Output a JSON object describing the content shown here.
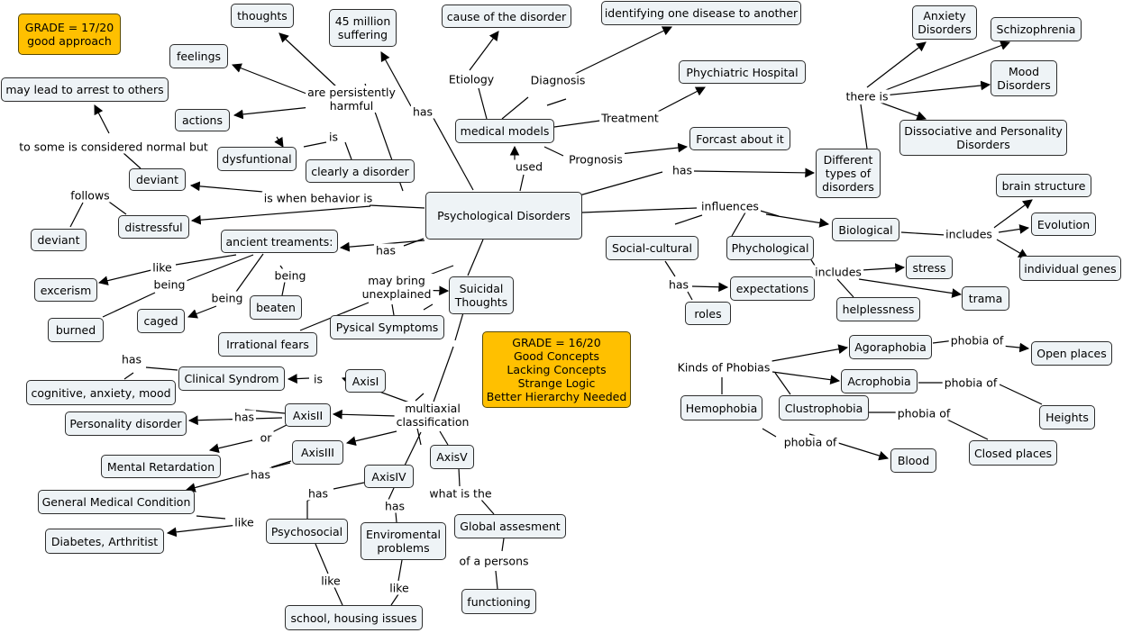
{
  "concepts": [
    {
      "id": "grade1",
      "text": "GRADE = 17/20\ngood approach",
      "style": "grade"
    },
    {
      "id": "thoughts",
      "text": "thoughts"
    },
    {
      "id": "million",
      "text": "45 million\nsuffering"
    },
    {
      "id": "cause",
      "text": "cause of the disorder"
    },
    {
      "id": "identify",
      "text": "identifying one disease to another"
    },
    {
      "id": "anxiety",
      "text": "Anxiety\nDisorders"
    },
    {
      "id": "schizo",
      "text": "Schizophrenia"
    },
    {
      "id": "feelings",
      "text": "feelings"
    },
    {
      "id": "hospital",
      "text": "Phychiatric Hospital"
    },
    {
      "id": "mood",
      "text": "Mood\nDisorders"
    },
    {
      "id": "arrest",
      "text": "may lead to arrest to others"
    },
    {
      "id": "actions",
      "text": "actions"
    },
    {
      "id": "medical",
      "text": "medical models"
    },
    {
      "id": "dissociative",
      "text": "Dissociative and Personality\nDisorders"
    },
    {
      "id": "forcast",
      "text": "Forcast about it"
    },
    {
      "id": "dysfuntional",
      "text": "dysfuntional"
    },
    {
      "id": "clearly",
      "text": "clearly a disorder"
    },
    {
      "id": "types",
      "text": "Different\ntypes of\ndisorders"
    },
    {
      "id": "deviant1",
      "text": "deviant"
    },
    {
      "id": "brain",
      "text": "brain structure"
    },
    {
      "id": "psych",
      "text": "Psychological Disorders"
    },
    {
      "id": "evolution",
      "text": "Evolution"
    },
    {
      "id": "distressful",
      "text": "distressful"
    },
    {
      "id": "biological",
      "text": "Biological"
    },
    {
      "id": "deviant2",
      "text": "deviant"
    },
    {
      "id": "ancient",
      "text": "ancient treaments:"
    },
    {
      "id": "social",
      "text": "Social-cultural"
    },
    {
      "id": "phychological",
      "text": "Phychological"
    },
    {
      "id": "genes",
      "text": "individual genes"
    },
    {
      "id": "stress",
      "text": "stress"
    },
    {
      "id": "excerism",
      "text": "excerism"
    },
    {
      "id": "expectations",
      "text": "expectations"
    },
    {
      "id": "suicidal",
      "text": "Suicidal\nThoughts"
    },
    {
      "id": "trama",
      "text": "trama"
    },
    {
      "id": "beaten",
      "text": "beaten"
    },
    {
      "id": "roles",
      "text": "roles"
    },
    {
      "id": "helplessness",
      "text": "helplessness"
    },
    {
      "id": "caged",
      "text": "caged"
    },
    {
      "id": "burned",
      "text": "burned"
    },
    {
      "id": "pysical",
      "text": "Pysical Symptoms"
    },
    {
      "id": "irrational",
      "text": "Irrational fears"
    },
    {
      "id": "grade2",
      "text": "GRADE = 16/20\nGood Concepts\nLacking Concepts\nStrange Logic\nBetter Hierarchy Needed",
      "style": "grade"
    },
    {
      "id": "agoraphobia",
      "text": "Agoraphobia"
    },
    {
      "id": "open",
      "text": "Open places"
    },
    {
      "id": "clinical",
      "text": "Clinical Syndrom"
    },
    {
      "id": "axis1",
      "text": "AxisI"
    },
    {
      "id": "acrophobia",
      "text": "Acrophobia"
    },
    {
      "id": "cognitive",
      "text": "cognitive, anxiety, mood"
    },
    {
      "id": "hemophobia",
      "text": "Hemophobia"
    },
    {
      "id": "clustrophobia",
      "text": "Clustrophobia"
    },
    {
      "id": "axis2",
      "text": "AxisII"
    },
    {
      "id": "heights",
      "text": "Heights"
    },
    {
      "id": "personality",
      "text": "Personality disorder"
    },
    {
      "id": "closed",
      "text": "Closed places"
    },
    {
      "id": "axis3",
      "text": "AxisIII"
    },
    {
      "id": "axis5",
      "text": "AxisV"
    },
    {
      "id": "blood",
      "text": "Blood"
    },
    {
      "id": "retardation",
      "text": "Mental Retardation"
    },
    {
      "id": "axis4",
      "text": "AxisIV"
    },
    {
      "id": "general",
      "text": "General Medical Condition"
    },
    {
      "id": "global",
      "text": "Global assesment"
    },
    {
      "id": "psychosocial",
      "text": "Psychosocial"
    },
    {
      "id": "enviromental",
      "text": "Enviromental\nproblems"
    },
    {
      "id": "diabetes",
      "text": "Diabetes, Arthritist"
    },
    {
      "id": "functioning",
      "text": "functioning"
    },
    {
      "id": "school",
      "text": "school, housing issues"
    }
  ],
  "link_labels": [
    {
      "id": "persist",
      "text": "are persistently\nharmful"
    },
    {
      "id": "has_million",
      "text": "has"
    },
    {
      "id": "etiology",
      "text": "Etiology"
    },
    {
      "id": "diagnosis",
      "text": "Diagnosis"
    },
    {
      "id": "there_is",
      "text": "there is"
    },
    {
      "id": "treatment",
      "text": "Treatment"
    },
    {
      "id": "to_some",
      "text": "to some is considered normal but"
    },
    {
      "id": "is_clear",
      "text": "is"
    },
    {
      "id": "used",
      "text": "used"
    },
    {
      "id": "prognosis",
      "text": "Prognosis"
    },
    {
      "id": "has_types",
      "text": "has"
    },
    {
      "id": "follows",
      "text": "follows"
    },
    {
      "id": "when",
      "text": "is when behavior is"
    },
    {
      "id": "influences",
      "text": "influences"
    },
    {
      "id": "has_ancient",
      "text": "has"
    },
    {
      "id": "includes_bio",
      "text": "includes"
    },
    {
      "id": "like_exc",
      "text": "like"
    },
    {
      "id": "being1",
      "text": "being"
    },
    {
      "id": "being2",
      "text": "being"
    },
    {
      "id": "being3",
      "text": "being"
    },
    {
      "id": "bring",
      "text": "may bring\nunexplained"
    },
    {
      "id": "includes_ph",
      "text": "includes"
    },
    {
      "id": "has_roles",
      "text": "has"
    },
    {
      "id": "phobia_open",
      "text": "phobia of"
    },
    {
      "id": "has_cog",
      "text": "has"
    },
    {
      "id": "kinds",
      "text": "Kinds of Phobias"
    },
    {
      "id": "is_axis1",
      "text": "is"
    },
    {
      "id": "phobia_heights",
      "text": "phobia of"
    },
    {
      "id": "multiaxial",
      "text": "multiaxial\nclassification"
    },
    {
      "id": "has_pers",
      "text": "has"
    },
    {
      "id": "phobia_closed",
      "text": "phobia of"
    },
    {
      "id": "or",
      "text": "or"
    },
    {
      "id": "phobia_blood",
      "text": "phobia of"
    },
    {
      "id": "has_gen",
      "text": "has"
    },
    {
      "id": "has_psycho",
      "text": "has"
    },
    {
      "id": "what_is",
      "text": "what is the"
    },
    {
      "id": "has_env",
      "text": "has"
    },
    {
      "id": "like_diab",
      "text": "like"
    },
    {
      "id": "of_person",
      "text": "of a persons"
    },
    {
      "id": "like_school1",
      "text": "like"
    },
    {
      "id": "like_school2",
      "text": "like"
    }
  ]
}
